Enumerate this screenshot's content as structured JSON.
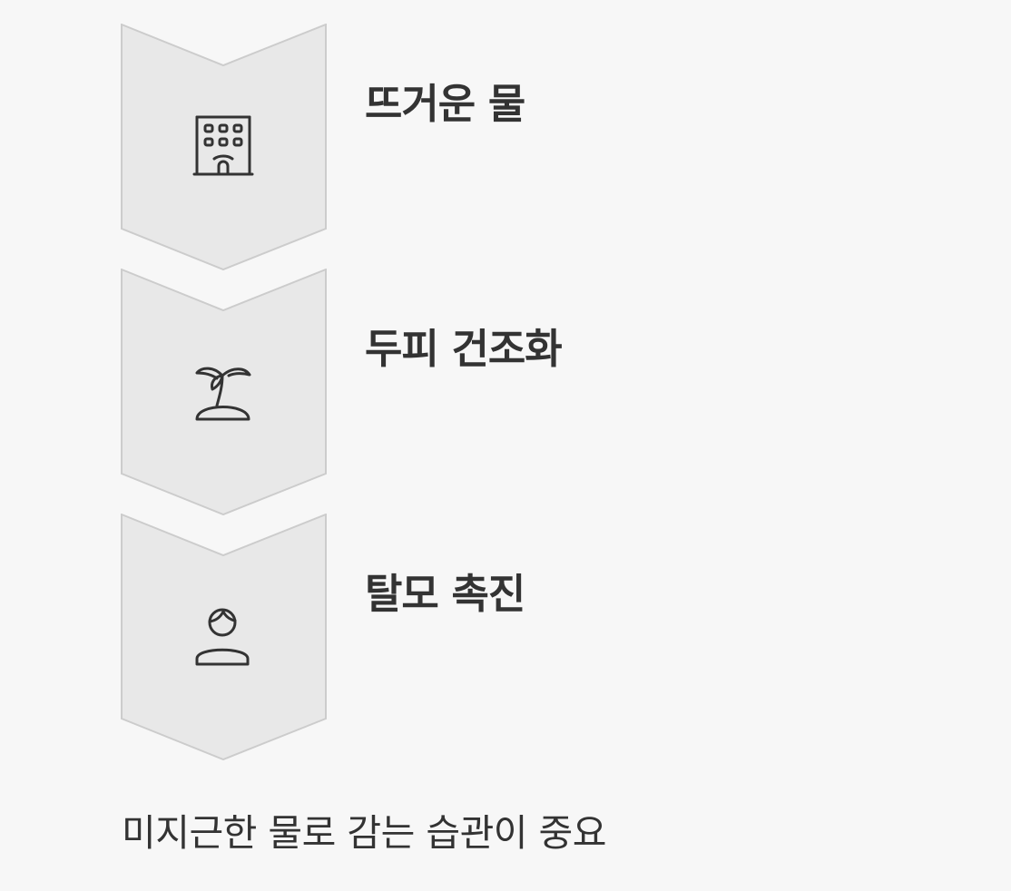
{
  "colors": {
    "background": "#f7f7f7",
    "shape_fill": "#e8e8e8",
    "shape_stroke": "#cccccc",
    "icon_stroke": "#333333",
    "text": "#333333"
  },
  "steps": [
    {
      "title": "뜨거운 물",
      "icon": "hotel-building-icon"
    },
    {
      "title": "두피 건조화",
      "icon": "palm-island-icon"
    },
    {
      "title": "탈모 촉진",
      "icon": "person-icon"
    }
  ],
  "note": "미지근한 물로 감는 습관이 중요"
}
